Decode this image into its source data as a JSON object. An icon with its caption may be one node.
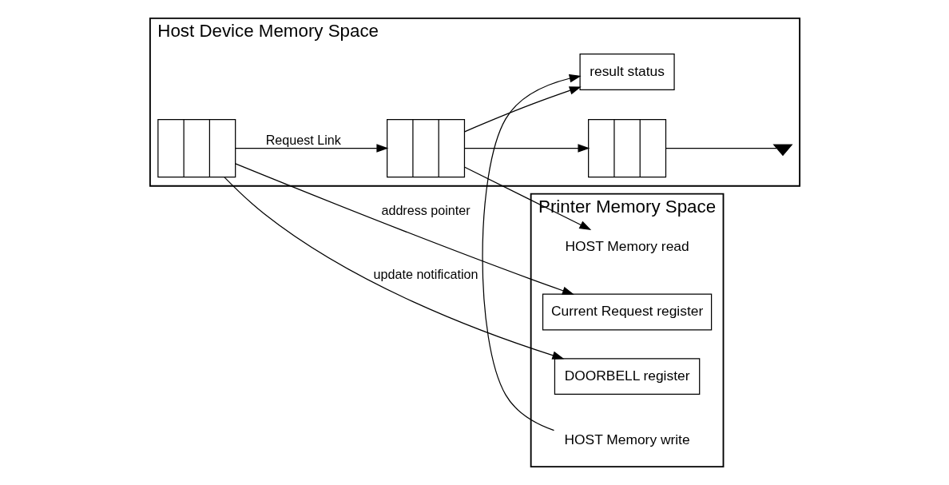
{
  "diagram": {
    "nodes": [
      {
        "text": [
          "Host Device Memory Space"
        ]
      },
      {
        "text": [
          "Printer Memory Space"
        ]
      },
      {
        "text": [],
        "shape": "box",
        "in": 0
      },
      {
        "text": [],
        "shape": "box",
        "in": 0
      },
      {
        "text": [],
        "shape": "box",
        "in": 0
      },
      {
        "text": [
          "result status"
        ],
        "in": 0
      },
      {
        "text": [
          "Current Request register"
        ],
        "in": 1
      },
      {
        "text": [
          "DOORBELL register"
        ],
        "in": 1
      },
      {
        "text": [
          "HOST Memory read"
        ],
        "in": 1
      },
      {
        "text": [
          "HOST Memory write"
        ],
        "in": 1
      },
      {
        "text": [],
        "shape": "ground",
        "in": 0
      }
    ],
    "edges": [
      {
        "from": 2,
        "to": 6,
        "arrow": "to",
        "label": "address pointer"
      },
      {
        "from": 2,
        "to": 7,
        "arrow": "to",
        "label": "update notification"
      },
      {
        "from": 2,
        "to": 3,
        "arrow": "to",
        "label": "Request Link"
      },
      {
        "from": 3,
        "to": 4,
        "arrow": "to"
      },
      {
        "from": 3,
        "to": 8,
        "arrow": "to"
      },
      {
        "from": 3,
        "to": 5,
        "arrow": "to"
      },
      {
        "from": 9,
        "to": 5,
        "arrow": "to"
      },
      {
        "from": 4,
        "to": 10,
        "arrow": "none"
      }
    ]
  }
}
